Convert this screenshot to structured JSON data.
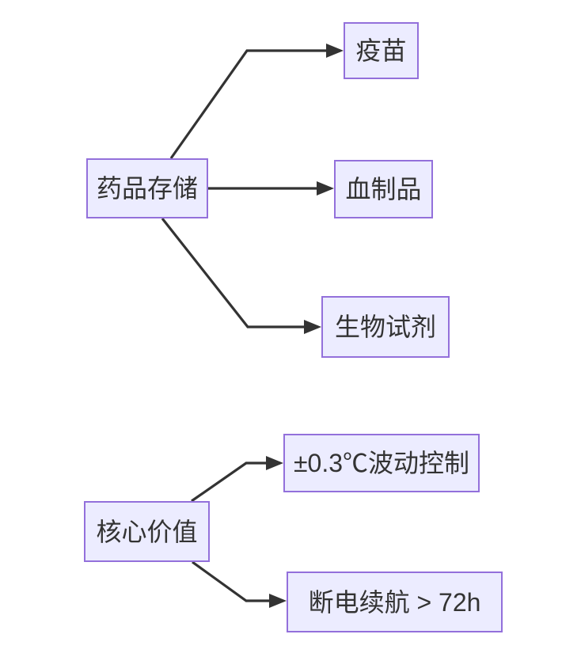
{
  "diagram": {
    "type": "flowchart",
    "direction": "LR",
    "nodes": {
      "storage": {
        "label": "药品存储"
      },
      "vaccine": {
        "label": "疫苗"
      },
      "blood": {
        "label": "血制品"
      },
      "reagent": {
        "label": "生物试剂"
      },
      "core": {
        "label": "核心价值"
      },
      "temp": {
        "label": "±0.3℃波动控制"
      },
      "backup": {
        "label": "断电续航 > 72h"
      }
    },
    "edges": [
      {
        "from": "药品存储",
        "to": "疫苗"
      },
      {
        "from": "药品存储",
        "to": "血制品"
      },
      {
        "from": "药品存储",
        "to": "生物试剂"
      },
      {
        "from": "核心价值",
        "to": "±0.3℃波动控制"
      },
      {
        "from": "核心价值",
        "to": "断电续航 > 72h"
      }
    ],
    "colors": {
      "node_fill": "#ECECFF",
      "node_border": "#9370DB",
      "edge_line": "#333333",
      "label_text": "#333333",
      "background": "#FFFFFF"
    }
  }
}
